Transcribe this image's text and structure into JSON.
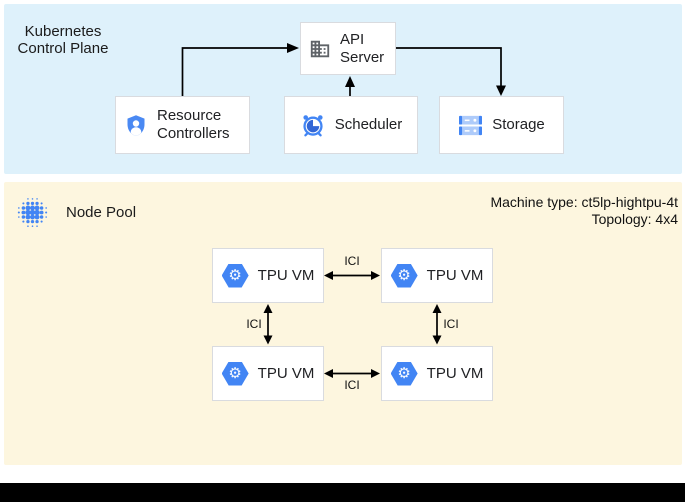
{
  "control_plane": {
    "title": "Kubernetes Control Plane",
    "boxes": {
      "api_server": "API Server",
      "resource_controllers": "Resource Controllers",
      "scheduler": "Scheduler",
      "storage": "Storage"
    }
  },
  "node_pool": {
    "title": "Node Pool",
    "machine_type": "Machine type: ct5lp-hightpu-4t",
    "topology": "Topology: 4x4",
    "tpu_vm_label": "TPU VM",
    "interconnect_label": "ICI"
  },
  "icons": {
    "api_server": "building-icon",
    "resource_controllers": "shield-user-icon",
    "scheduler": "alarm-clock-icon",
    "storage": "server-disks-icon",
    "node_pool": "dots-cluster-icon",
    "tpu_vm": "hexagon-gear-icon"
  },
  "colors": {
    "control_plane_bg": "#def1fb",
    "node_pool_bg": "#fdf6df",
    "primary_blue": "#4285f4",
    "light_blue": "#aecbfa",
    "dark_blue_accent": "#3367d6",
    "icon_gray": "#5f6368",
    "arrow": "#000000"
  }
}
